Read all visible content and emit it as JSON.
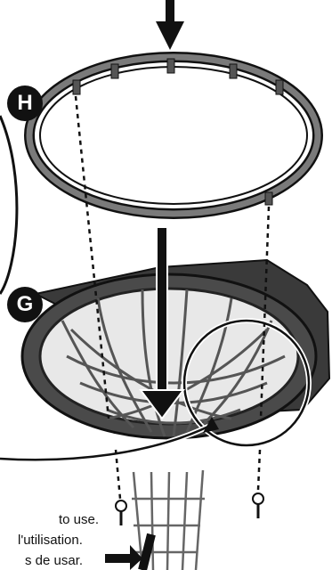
{
  "step_labels": {
    "ring": "H",
    "rim": "G"
  },
  "captions": {
    "line1": "to use.",
    "line2": "l'utilisation.",
    "line3": "s de usar."
  },
  "colors": {
    "ink": "#111111",
    "rim": "#3a3a3a",
    "net": "#ffffff"
  }
}
